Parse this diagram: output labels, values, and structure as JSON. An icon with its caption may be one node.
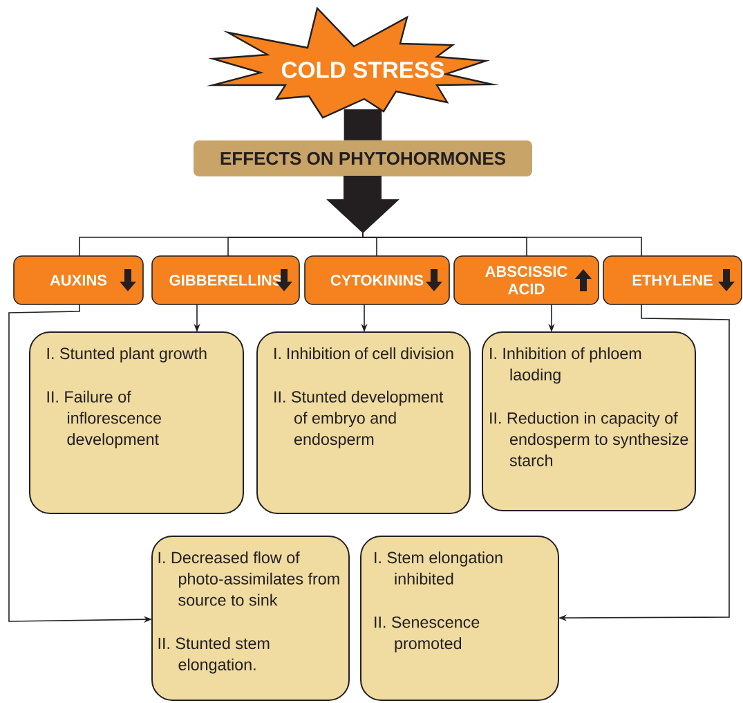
{
  "diagram": {
    "nodes": [
      {
        "text": [
          "COLD STRESS"
        ]
      },
      {
        "text": [
          "EFFECTS ON PHYTOHORMONES"
        ]
      },
      {
        "text": [
          "AUXINS"
        ]
      },
      {
        "text": [
          "GIBBERELLINS"
        ]
      },
      {
        "text": [
          "CYTOKININS"
        ]
      },
      {
        "text": [
          "ABSCISSIC ACID"
        ]
      },
      {
        "text": [
          "ETHYLENE"
        ]
      },
      {
        "text": [
          "I. Stunted plant growth",
          "II. Failure of inflorescence development"
        ]
      },
      {
        "text": [
          "I. Inhibition of cell division",
          "II. Stunted development of embryo and endosperm"
        ]
      },
      {
        "text": [
          "I. Inhibition of phloem laoding",
          "II. Reduction in capacity of endosperm to synthesize starch"
        ]
      },
      {
        "text": [
          "I. Decreased flow of photo-assimilates from source to sink",
          "II. Stunted stem elongation."
        ]
      },
      {
        "text": [
          "I. Stem elongation inhibited",
          "II. Senescence promoted"
        ]
      }
    ],
    "edges": [
      {
        "from": 0,
        "to": 1,
        "arrow": "none",
        "style": "thick"
      },
      {
        "from": 1,
        "to": 2,
        "arrow": "none"
      },
      {
        "from": 1,
        "to": 3,
        "arrow": "none"
      },
      {
        "from": 1,
        "to": 4,
        "arrow": "none"
      },
      {
        "from": 1,
        "to": 5,
        "arrow": "none"
      },
      {
        "from": 1,
        "to": 6,
        "arrow": "none"
      },
      {
        "from": 3,
        "to": 7,
        "arrow": "to"
      },
      {
        "from": 4,
        "to": 8,
        "arrow": "to"
      },
      {
        "from": 5,
        "to": 9,
        "arrow": "to"
      },
      {
        "from": 2,
        "to": 10,
        "arrow": "to"
      },
      {
        "from": 6,
        "to": 11,
        "arrow": "to"
      }
    ]
  }
}
